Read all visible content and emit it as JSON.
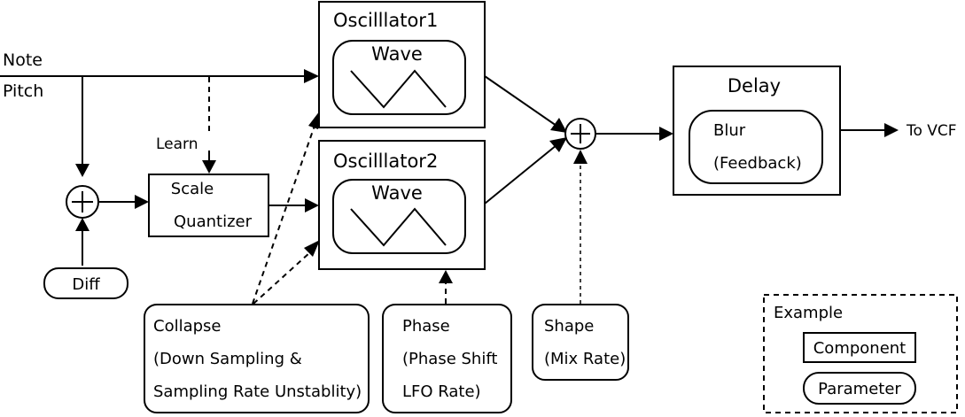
{
  "inputs": {
    "note_pitch_line1": "Note",
    "note_pitch_line2": "Pitch"
  },
  "learn_label": "Learn",
  "scale_quantizer": {
    "line1": "Scale",
    "line2": "Quantizer"
  },
  "diff_label": "Diff",
  "oscillator1": {
    "title": "Oscilllator1",
    "wave_label": "Wave"
  },
  "oscillator2": {
    "title": "Oscilllator2",
    "wave_label": "Wave"
  },
  "delay": {
    "title": "Delay",
    "param_line1": "Blur",
    "param_line2": "(Feedback)"
  },
  "output_label": "To VCF",
  "collapse": {
    "line1": "Collapse",
    "line2": "(Down Sampling &",
    "line3": "Sampling Rate Unstablity)"
  },
  "phase": {
    "line1": "Phase",
    "line2": "(Phase Shift",
    "line3": "LFO Rate)"
  },
  "shape": {
    "line1": "Shape",
    "line2": "(Mix Rate)"
  },
  "legend": {
    "title": "Example",
    "component_label": "Component",
    "parameter_label": "Parameter"
  },
  "adder_symbol": "+"
}
